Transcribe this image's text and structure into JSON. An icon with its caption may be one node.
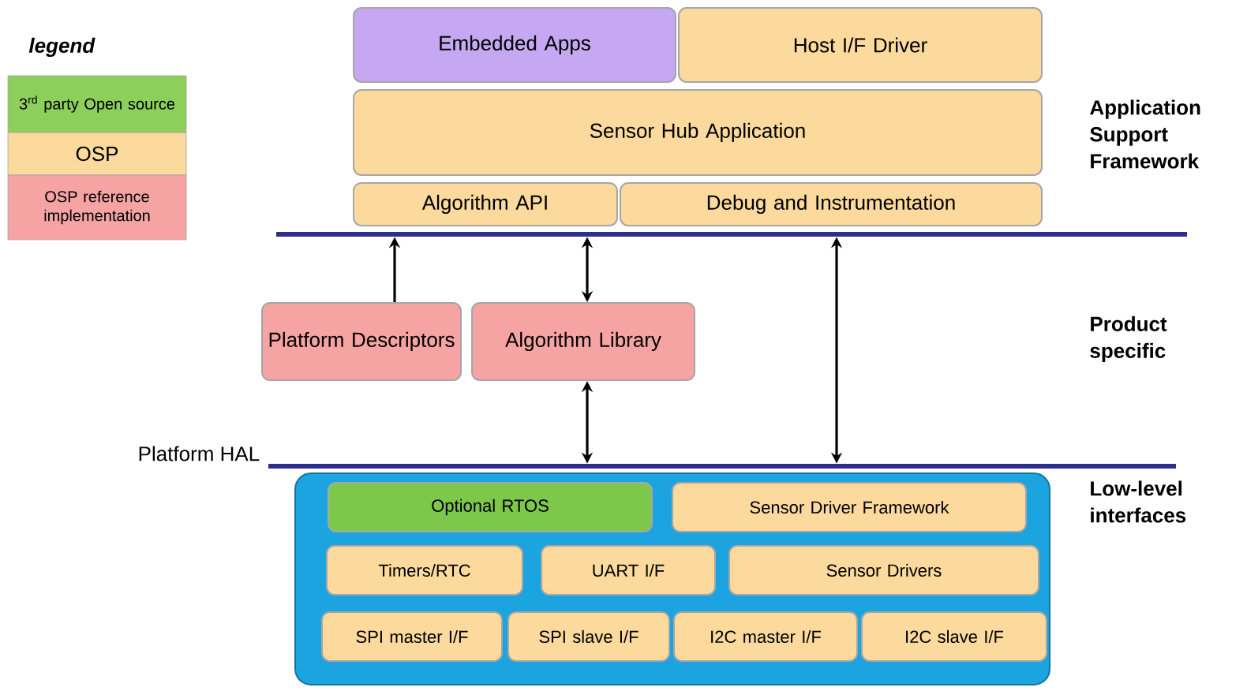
{
  "diagram": {
    "nodes": [
      {
        "text": [
          "Embedded Apps"
        ]
      },
      {
        "text": [
          "Host I/F Driver"
        ]
      },
      {
        "text": [
          "Sensor Hub Application"
        ]
      },
      {
        "text": [
          "Algorithm API"
        ]
      },
      {
        "text": [
          "Debug and Instrumentation"
        ]
      },
      {
        "text": [],
        "shape": "bar"
      },
      {
        "text": [
          "Platform Descriptors"
        ]
      },
      {
        "text": [
          "Algorithm Library"
        ]
      },
      {
        "text": [],
        "shape": "bar",
        "beside": [
          "Platform HAL"
        ]
      },
      {
        "text": [],
        "shape": "box"
      },
      {
        "text": [
          "Optional RTOS"
        ],
        "in": 9
      },
      {
        "text": [
          "Sensor Driver Framework"
        ],
        "in": 9
      },
      {
        "text": [
          "Timers/RTC"
        ],
        "in": 9
      },
      {
        "text": [
          "UART I/F"
        ],
        "in": 9
      },
      {
        "text": [
          "Sensor Drivers"
        ],
        "in": 9
      },
      {
        "text": [
          "SPI master I/F"
        ],
        "in": 9
      },
      {
        "text": [
          "SPI slave I/F"
        ],
        "in": 9
      },
      {
        "text": [
          "I2C master I/F"
        ],
        "in": 9
      },
      {
        "text": [
          "I2C slave I/F"
        ],
        "in": 9
      }
    ],
    "edges": [
      {
        "from": 6,
        "to": 5,
        "arrow": "to"
      },
      {
        "from": 7,
        "to": 5,
        "arrow": "both"
      },
      {
        "from": 8,
        "to": 5,
        "arrow": "both"
      },
      {
        "from": 8,
        "to": 7,
        "arrow": "both"
      }
    ],
    "labels": [
      "legend",
      "Application Support Framework",
      "Product specific",
      "Low-level interfaces"
    ],
    "legend": [
      {
        "text": "3$^{rd}$ party Open source",
        "color": "#8ccf5a"
      },
      {
        "text": "OSP",
        "color": "#fcd99c"
      },
      {
        "text": "OSP reference implementation",
        "color": "#f5a3a3"
      }
    ]
  }
}
